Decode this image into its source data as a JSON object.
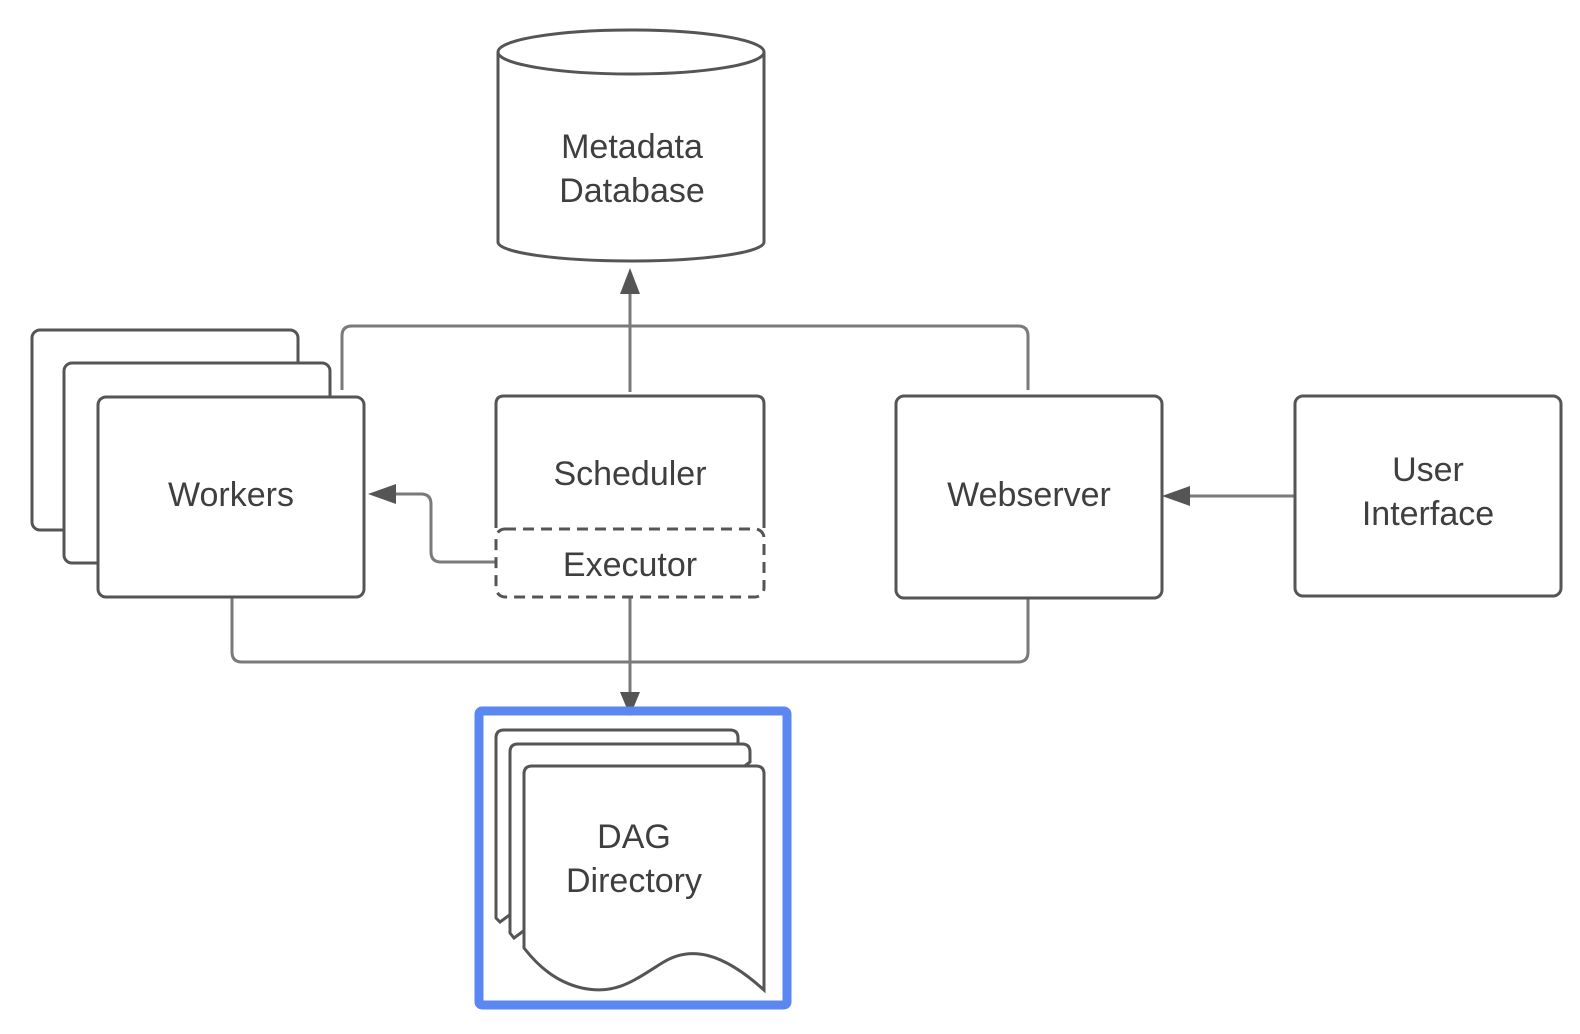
{
  "nodes": {
    "metadata_db": {
      "line1": "Metadata",
      "line2": "Database"
    },
    "workers": {
      "label": "Workers"
    },
    "scheduler": {
      "label": "Scheduler"
    },
    "executor": {
      "label": "Executor"
    },
    "webserver": {
      "label": "Webserver"
    },
    "user_interface": {
      "line1": "User",
      "line2": "Interface"
    },
    "dag_directory": {
      "line1": "DAG",
      "line2": "Directory"
    }
  },
  "colors": {
    "stroke": "#555555",
    "connector": "#7a7a7a",
    "text": "#3f3f3f",
    "highlight": "#5b87f2"
  }
}
